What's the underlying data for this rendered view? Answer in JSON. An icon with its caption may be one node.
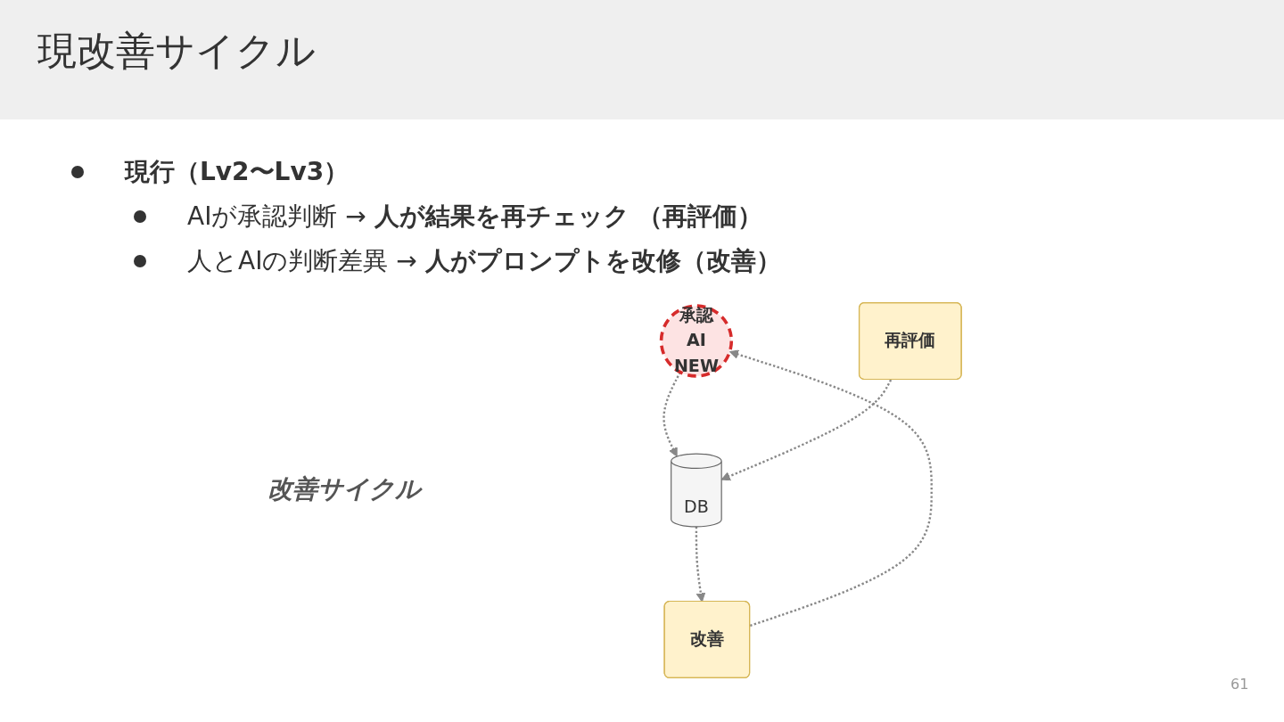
{
  "diagram": {
    "title": "現改善サイクル",
    "nodes": [
      {
        "text": [
          "承認",
          "AI",
          "NEW"
        ]
      },
      {
        "text": [
          "改善"
        ]
      },
      {
        "text": [
          "DB"
        ]
      },
      {
        "text": [
          "再評価"
        ]
      }
    ],
    "edges": [
      {
        "from": 1,
        "to": 0,
        "arrow": "to",
        "style": "dashed"
      },
      {
        "from": 0,
        "to": 2,
        "arrow": "to",
        "style": "dashed"
      },
      {
        "from": 2,
        "to": 1,
        "arrow": "to",
        "style": "dashed"
      },
      {
        "from": 3,
        "to": 2,
        "arrow": "to",
        "style": "dashed"
      }
    ],
    "labels": [
      "現行（Lv2〜Lv3）",
      "AIが承認判断 → **人が結果を再チェック （再評価）**",
      "人とAIの判断差異 → **人がプロンプトを改修（改善）**",
      "改善サイクル",
      "61"
    ]
  }
}
